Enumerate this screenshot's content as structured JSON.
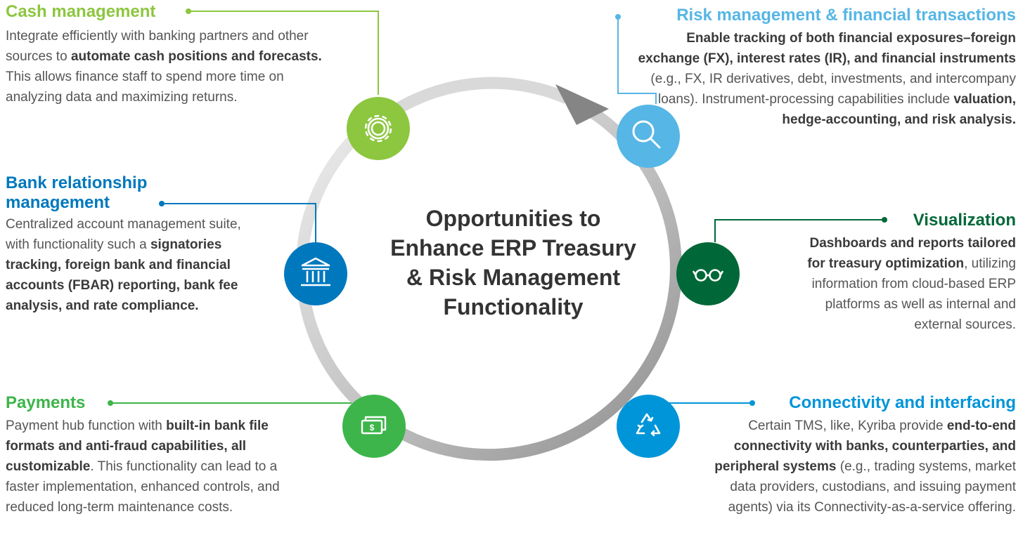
{
  "center_title": "Opportunities to Enhance ERP Treasury & Risk Management Functionality",
  "colors": {
    "cash": "#8dc63f",
    "bank": "#0078bd",
    "payments": "#3db54a",
    "risk": "#56b6e5",
    "visualization": "#006838",
    "connectivity": "#0095d9",
    "text": "#555555"
  },
  "sections": {
    "cash": {
      "title": "Cash management",
      "icon": "gear-icon",
      "desc": [
        {
          "t": "Integrate efficiently with banking partners and other sources to "
        },
        {
          "t": "automate cash positions and forecasts.",
          "b": true
        },
        {
          "t": " This allows finance staff to spend more time on analyzing data and maximizing returns."
        }
      ]
    },
    "bank": {
      "title": "Bank relationship management",
      "icon": "bank-building-icon",
      "desc": [
        {
          "t": "Centralized account management suite, with functionality such a "
        },
        {
          "t": "signatories tracking, foreign bank and financial accounts (FBAR) reporting, bank fee analysis, and rate compliance.",
          "b": true
        }
      ]
    },
    "payments": {
      "title": "Payments",
      "icon": "money-bills-icon",
      "desc": [
        {
          "t": "Payment hub function with "
        },
        {
          "t": "built-in bank file formats and anti-fraud capabilities, all customizable",
          "b": true
        },
        {
          "t": ". This functionality can lead to a faster implementation, enhanced controls, and reduced long-term maintenance costs."
        }
      ]
    },
    "risk": {
      "title": "Risk management & financial transactions",
      "icon": "magnifier-icon",
      "desc": [
        {
          "t": "Enable tracking of both financial exposures–foreign exchange (FX), interest rates (IR), and financial instruments",
          "b": true
        },
        {
          "t": " (e.g., FX, IR derivatives, debt, investments, and intercompany loans). Instrument-processing capabilities include "
        },
        {
          "t": "valuation, hedge-accounting, and risk analysis.",
          "b": true
        }
      ]
    },
    "visualization": {
      "title": "Visualization",
      "icon": "glasses-icon",
      "desc": [
        {
          "t": "Dashboards and reports tailored for treasury optimization",
          "b": true
        },
        {
          "t": ", utilizing information from cloud-based ERP platforms as well as internal and external sources."
        }
      ]
    },
    "connectivity": {
      "title": "Connectivity and interfacing",
      "icon": "recycle-arrows-icon",
      "desc": [
        {
          "t": "Certain TMS, like, Kyriba provide "
        },
        {
          "t": "end-to-end connectivity with banks, counterparties, and peripheral systems",
          "b": true
        },
        {
          "t": " (e.g., trading systems, market data providers, custodians, and issuing payment agents) via its Connectivity-as-a-service offering."
        }
      ]
    }
  }
}
